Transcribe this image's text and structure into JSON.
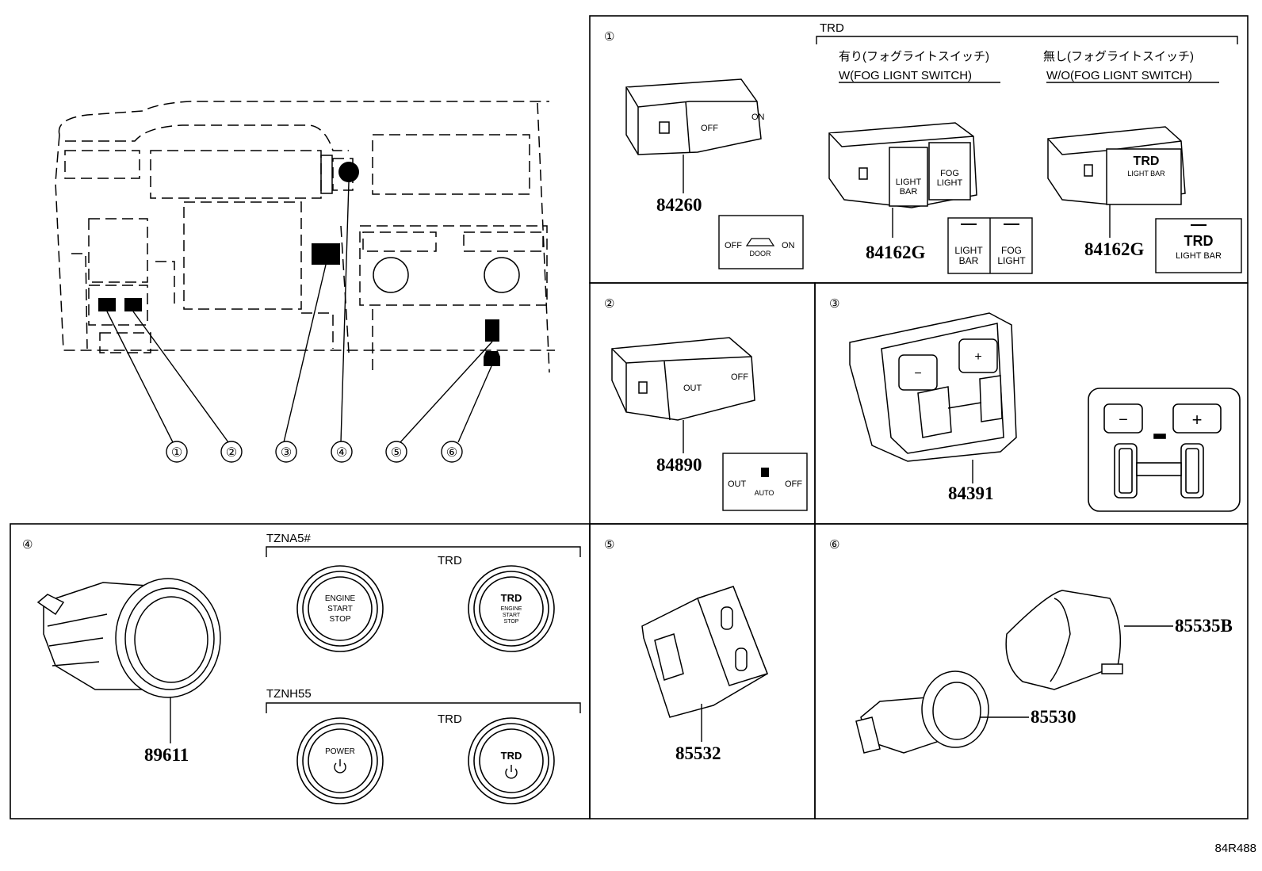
{
  "drawing_code": "84R488",
  "dash_callouts": [
    "①",
    "②",
    "③",
    "④",
    "⑤",
    "⑥"
  ],
  "panel1": {
    "num": "①",
    "group_label": "TRD",
    "with_fog_jp": "有り(フォグライトスイッチ)",
    "with_fog_en": "W(FOG LIGNT SWITCH)",
    "without_fog_jp": "無し(フォグライトスイッチ)",
    "without_fog_en": "W/O(FOG LIGNT SWITCH)",
    "part_a": "84260",
    "part_b": "84162G",
    "part_c": "84162G",
    "switch_off": "OFF",
    "switch_on": "ON",
    "door_off": "OFF",
    "door_on": "ON",
    "door_label": "DOOR",
    "lightbar_1": "LIGHT",
    "lightbar_2": "BAR",
    "fog_1": "FOG",
    "fog_2": "LIGHT",
    "trd_logo": "TRD",
    "trd_lightbar": "LIGHT BAR"
  },
  "panel2": {
    "num": "②",
    "part": "84890",
    "sw_out": "OUT",
    "sw_off": "OFF",
    "legend_out": "OUT",
    "legend_off": "OFF",
    "legend_auto": "AUTO"
  },
  "panel3": {
    "num": "③",
    "part": "84391",
    "minus": "−",
    "plus": "+"
  },
  "panel4": {
    "num": "④",
    "part": "89611",
    "group1": "TZNA5#",
    "group2": "TZNH55",
    "trd_a": "TRD",
    "trd_b": "TRD",
    "btn_engine_1": "ENGINE",
    "btn_engine_2": "START",
    "btn_engine_3": "STOP",
    "btn_trd_logo": "TRD",
    "btn_trd_1": "ENGINE",
    "btn_trd_2": "START",
    "btn_trd_3": "STOP",
    "btn_power": "POWER",
    "btn_trd2_logo": "TRD"
  },
  "panel5": {
    "num": "⑤",
    "part": "85532"
  },
  "panel6": {
    "num": "⑥",
    "part_a": "85535B",
    "part_b": "85530"
  }
}
